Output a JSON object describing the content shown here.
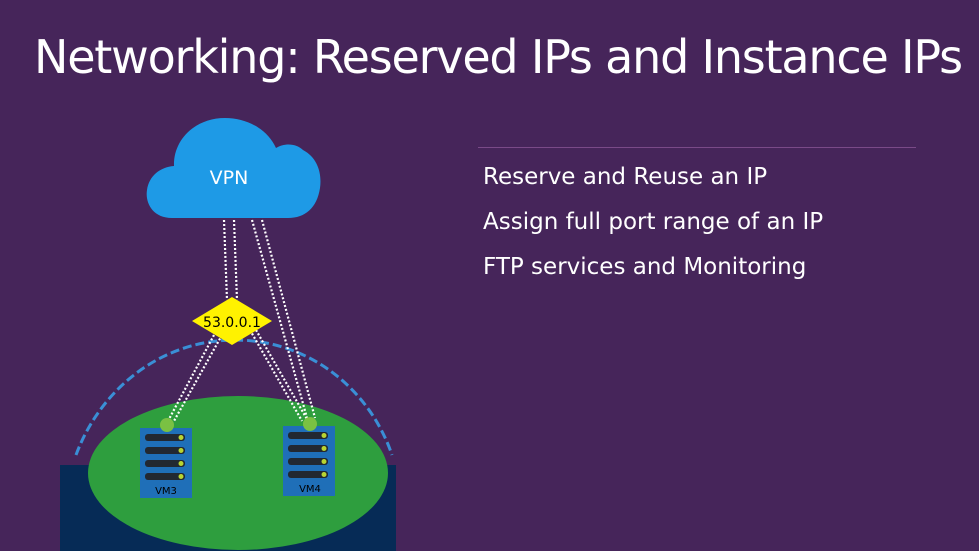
{
  "title": "Networking: Reserved IPs and Instance IPs",
  "bullets": [
    "Reserve and Reuse an IP",
    "Assign full port range of an IP",
    "FTP services and Monitoring"
  ],
  "diagram": {
    "cloud_label": "VPN",
    "gateway_ip": "53.0.0.1",
    "vm_left_label": "VM3",
    "vm_right_label": "VM4"
  },
  "colors": {
    "background": "#46255a",
    "cloud": "#1e9ae6",
    "gateway": "#fff200",
    "region": "#062b56",
    "vnet": "#2e9e3e",
    "boundary": "#3a8fd6",
    "server": "#1f6fb8"
  }
}
